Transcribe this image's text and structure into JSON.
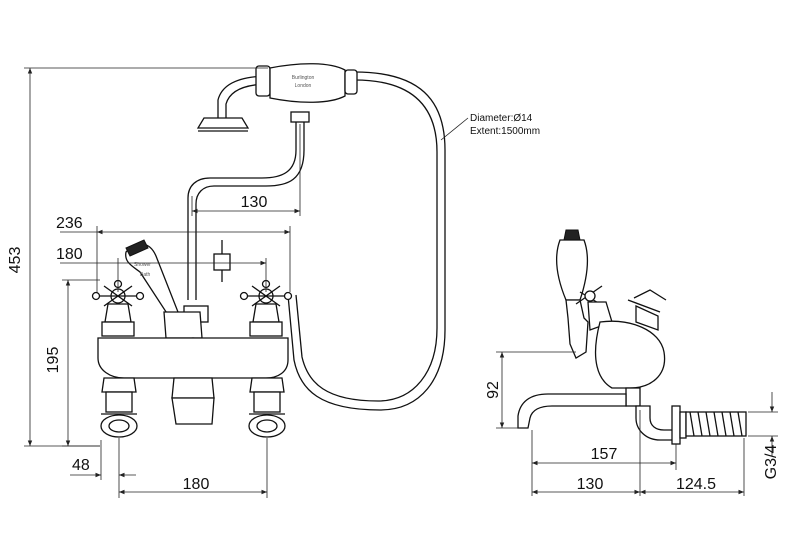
{
  "handset": {
    "brand": "Burlington",
    "city": "London"
  },
  "lever_label": {
    "line1": "Shower",
    "line2": "Bath"
  },
  "hose_note": {
    "diameter": "Diameter:Ø14",
    "extent": "Extent:1500mm"
  },
  "front_view": {
    "height_total": "453",
    "handset_offset": "130",
    "width_236": "236",
    "width_180_top": "180",
    "height_195": "195",
    "offset_48": "48",
    "width_180_bottom": "180"
  },
  "side_view": {
    "height_92": "92",
    "depth_157": "157",
    "depth_130": "130",
    "depth_124_5": "124.5",
    "thread": "G3/4"
  }
}
